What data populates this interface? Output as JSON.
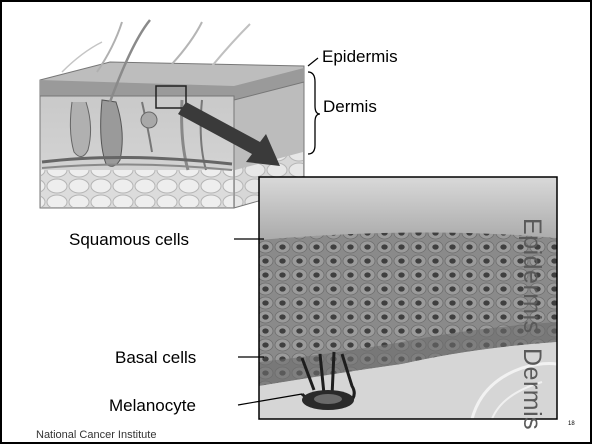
{
  "labels": {
    "epidermis_top": "Epidermis",
    "dermis_top": "Dermis",
    "squamous": "Squamous cells",
    "basal": "Basal cells",
    "melanocyte": "Melanocyte",
    "epidermis_side": "Epidermis",
    "dermis_side": "Dermis"
  },
  "credit": "National Cancer Institute",
  "page_number": "18"
}
